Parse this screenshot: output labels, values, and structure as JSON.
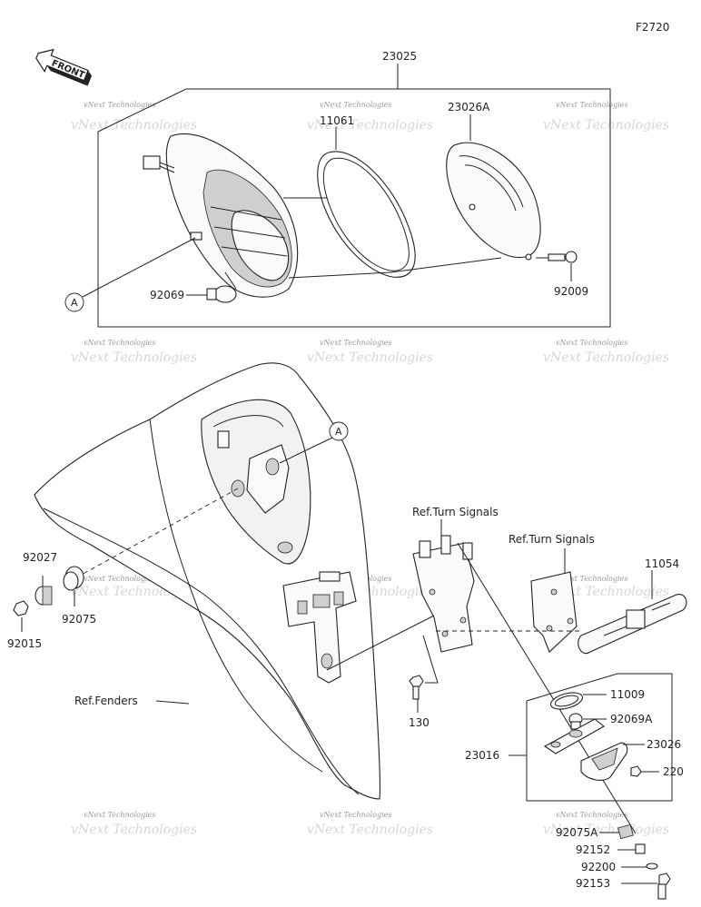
{
  "diagram_code": "F2720",
  "front_marker": "FRONT",
  "watermark": "vNext Technologies",
  "callout_ref": "A",
  "labels": {
    "assembly_top": "23025",
    "lens_gasket": "11061",
    "lens": "23026A",
    "bulb_top": "92069",
    "screw_top": "92009",
    "ref_turn_signals_1": "Ref.Turn Signals",
    "ref_turn_signals_2": "Ref.Turn Signals",
    "bracket_right": "11054",
    "grommet_a": "92027",
    "grommet_b": "92075",
    "nut": "92015",
    "ref_fenders": "Ref.Fenders",
    "bolt": "130",
    "gasket_plate": "11009",
    "bulb_plate": "92069A",
    "assembly_plate": "23016",
    "plate_cover": "23026",
    "screw_plate": "220",
    "grommet_c": "92075A",
    "collar": "92152",
    "washer": "92200",
    "bolt_bottom": "92153"
  }
}
